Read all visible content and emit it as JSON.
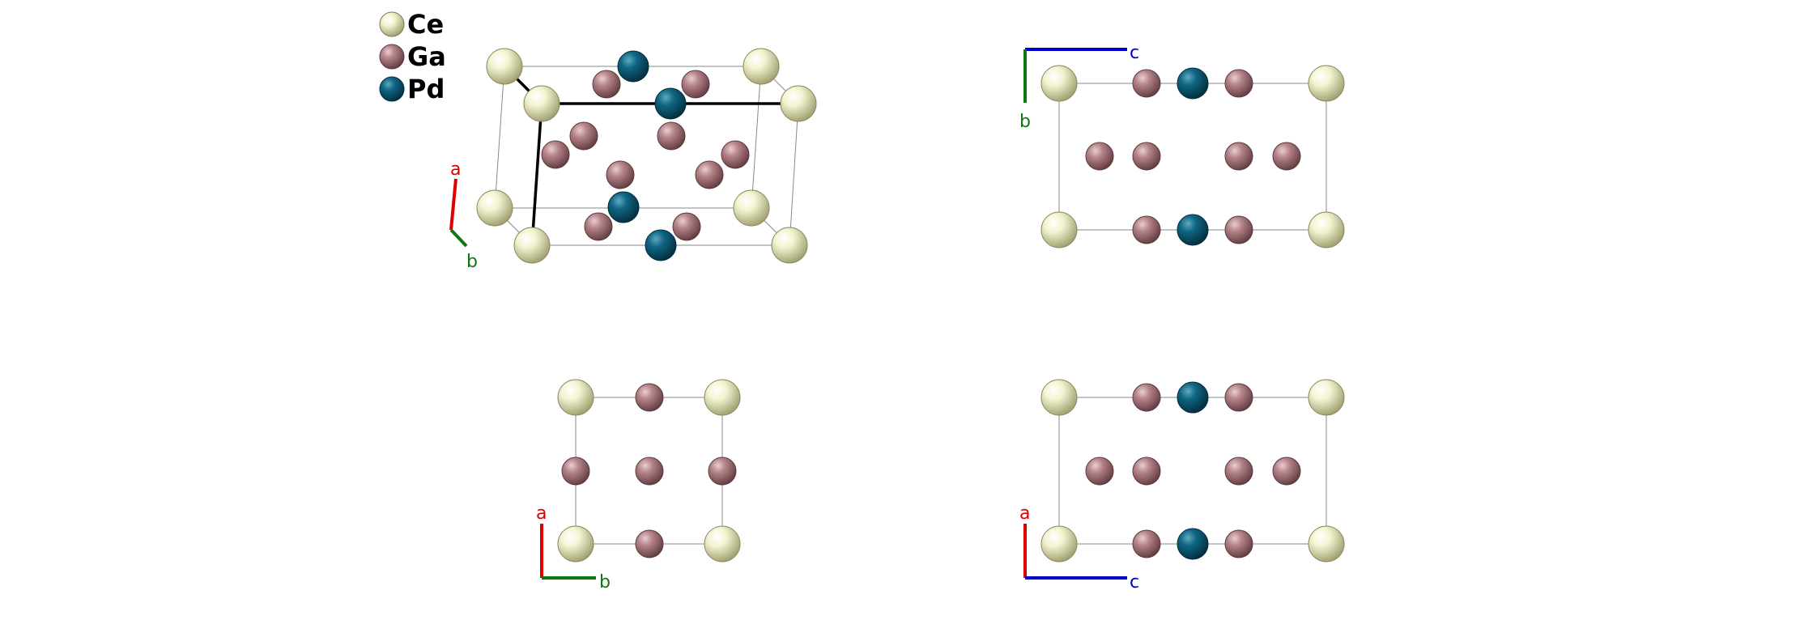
{
  "legend": [
    {
      "symbol": "Ce",
      "color": "#f2f2cc"
    },
    {
      "symbol": "Ga",
      "color": "#b07a80"
    },
    {
      "symbol": "Pd",
      "color": "#0b5f7a"
    }
  ],
  "axis_labels": {
    "a": "a",
    "b": "b",
    "c": "c"
  },
  "axis_colors": {
    "a": "#dd0000",
    "b": "#117711",
    "c": "#0000cc"
  }
}
